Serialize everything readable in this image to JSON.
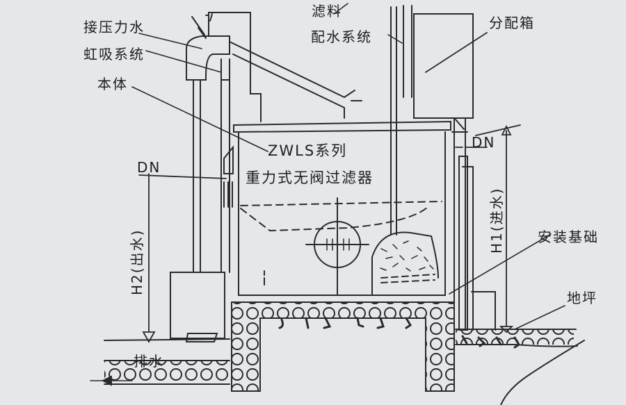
{
  "labels": {
    "pressure_water": "接压力水",
    "siphon_system": "虹吸系统",
    "body": "本体",
    "filter_media": "滤料",
    "water_distribution": "配水系统",
    "distribution_box": "分配箱",
    "dn_left": "DN",
    "dn_right": "DN",
    "series_name": "ZWLS系列",
    "filter_name": "重力式无阀过滤器",
    "h1_inlet": "H1(进水)",
    "h2_outlet": "H2(出水)",
    "installation_base": "安装基础",
    "ground": "地坪",
    "drainage": "排水"
  },
  "colors": {
    "line": "#2a2a2e",
    "paper": "#e6e7e9"
  }
}
